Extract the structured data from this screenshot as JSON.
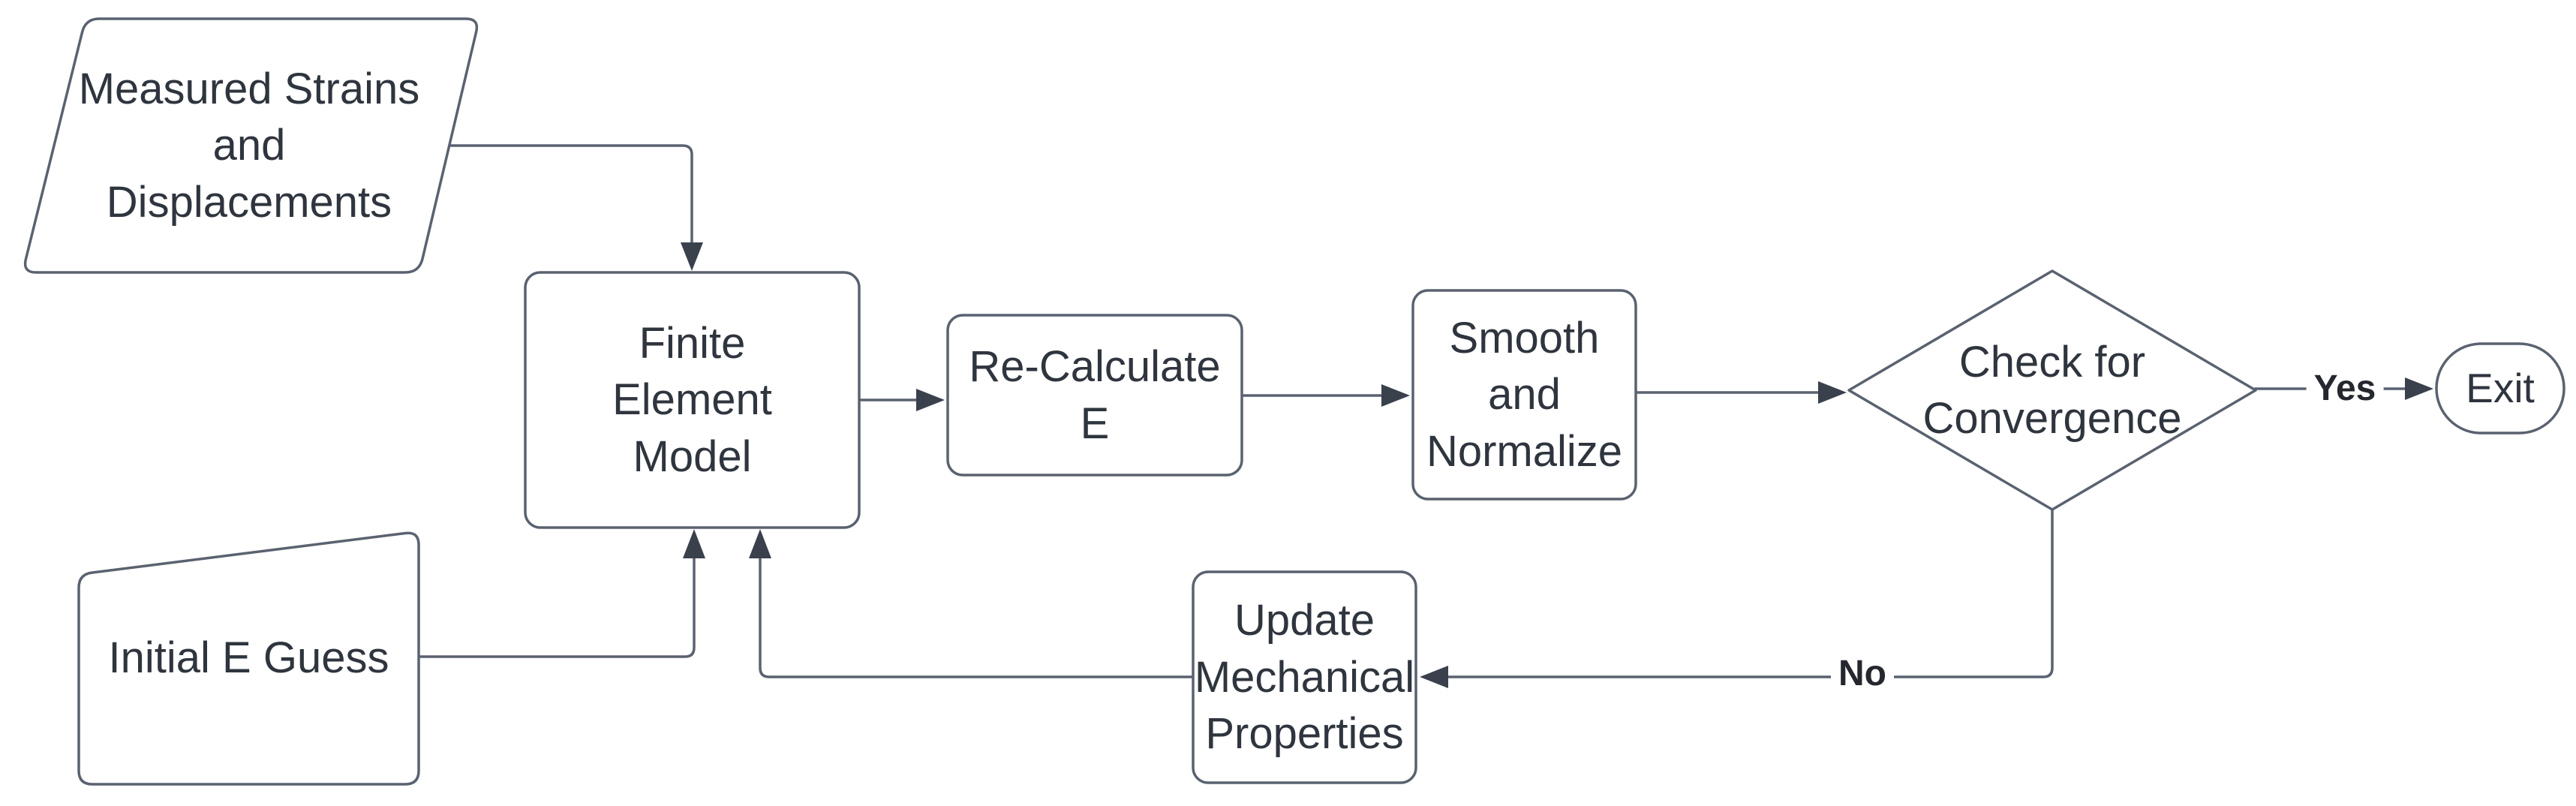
{
  "colors": {
    "background": "#ffffff",
    "stroke": "#5a6270",
    "text": "#2f353e",
    "arrow": "#3a414d",
    "label_text": "#24282e"
  },
  "nodes": {
    "measured_strains": {
      "label": "Measured Strains\nand\nDisplacements"
    },
    "initial_e_guess": {
      "label": "Initial E Guess"
    },
    "finite_element_model": {
      "label": "Finite\nElement\nModel"
    },
    "recalculate_e": {
      "label": "Re-Calculate\nE"
    },
    "smooth_normalize": {
      "label": "Smooth\nand\nNormalize"
    },
    "check_convergence": {
      "label": "Check for\nConvergence"
    },
    "update_properties": {
      "label": "Update\nMechanical\nProperties"
    },
    "exit": {
      "label": "Exit"
    }
  },
  "edge_labels": {
    "yes": "Yes",
    "no": "No"
  }
}
